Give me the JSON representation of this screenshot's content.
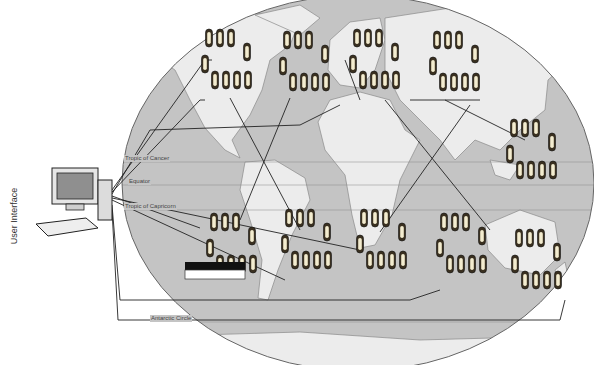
{
  "diagram": {
    "nodes": [
      {
        "text": [
          "User Interface"
        ]
      }
    ],
    "labels": [
      "Tropic of Cancer",
      "Equator",
      "Tropic of Capricorn",
      "Antarctic Circle"
    ]
  }
}
